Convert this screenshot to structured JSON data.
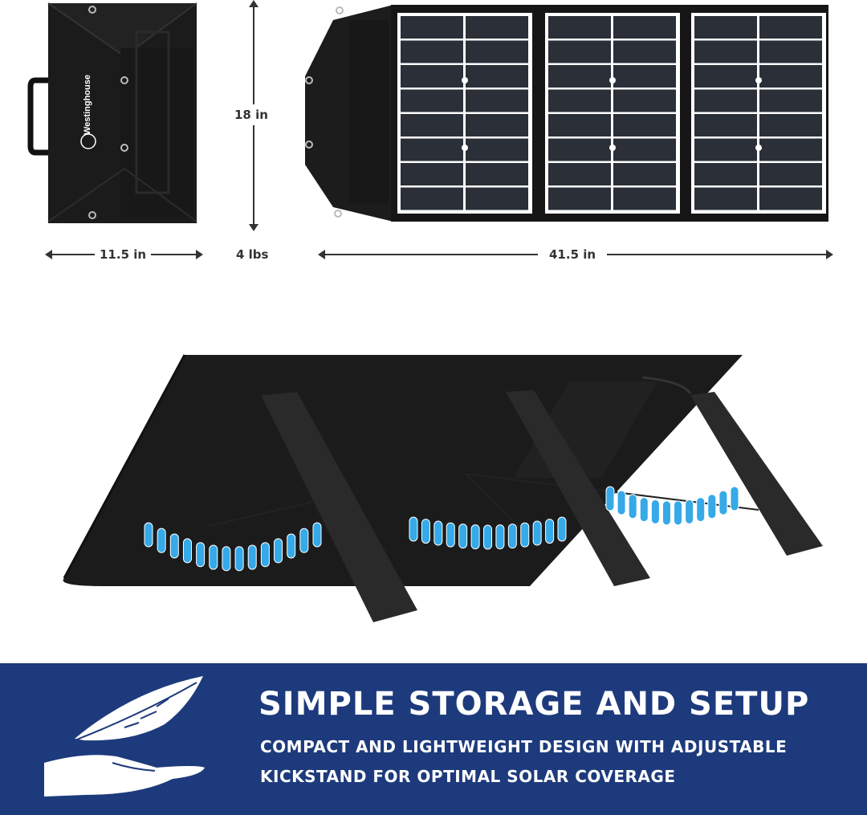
{
  "product": {
    "brand": "Westinghouse"
  },
  "dimensions": {
    "folded_width": "11.5 in",
    "height": "18 in",
    "weight": "4 lbs",
    "unfolded_width": "41.5 in"
  },
  "banner": {
    "title": "SIMPLE STORAGE AND SETUP",
    "line1": "COMPACT AND LIGHTWEIGHT DESIGN WITH ADJUSTABLE",
    "line2": "KICKSTAND FOR OPTIMAL SOLAR COVERAGE"
  },
  "colors": {
    "banner_bg": "#1d3a7c",
    "kickstand_highlight": "#36a9e8",
    "panel": "#1a1a1a",
    "cell": "#2a2f38"
  }
}
